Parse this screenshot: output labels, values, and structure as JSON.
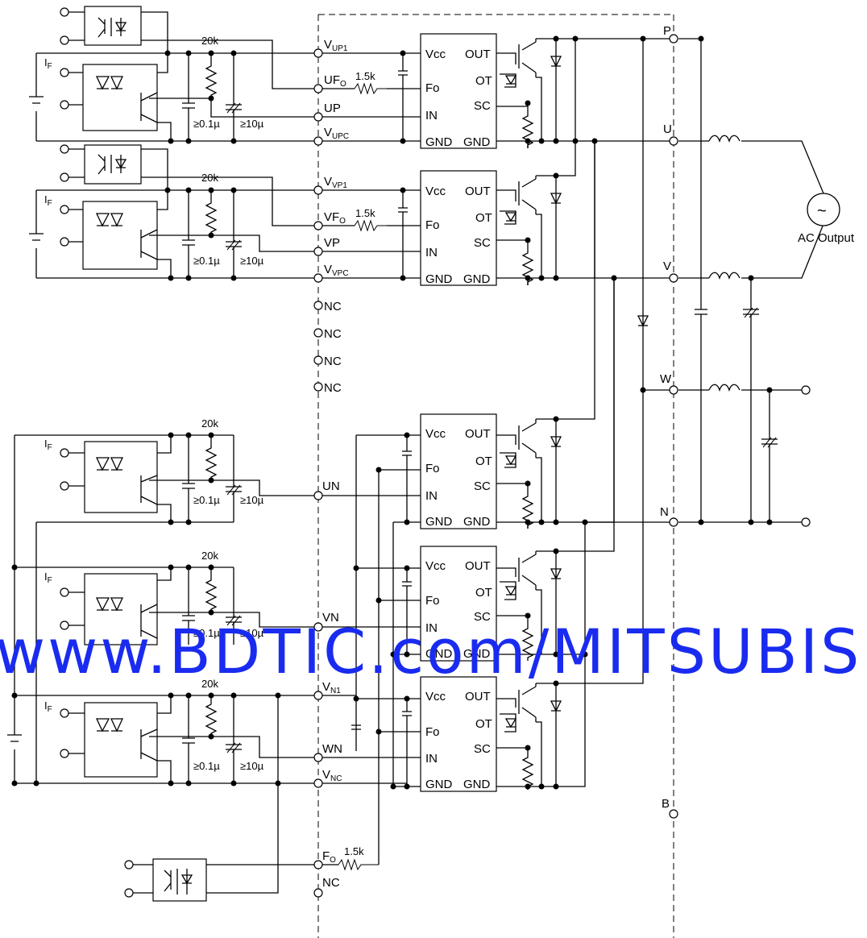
{
  "diagram": {
    "module_terminals": [
      {
        "id": "vup1",
        "label": "V",
        "sub": "UP1"
      },
      {
        "id": "ufo",
        "label": "UF",
        "sub": "O"
      },
      {
        "id": "up",
        "label": "UP",
        "sub": ""
      },
      {
        "id": "vupc",
        "label": "V",
        "sub": "UPC"
      },
      {
        "id": "vvp1",
        "label": "V",
        "sub": "VP1"
      },
      {
        "id": "vfo",
        "label": "VF",
        "sub": "O"
      },
      {
        "id": "vp",
        "label": "VP",
        "sub": ""
      },
      {
        "id": "vvpc",
        "label": "V",
        "sub": "VPC"
      },
      {
        "id": "nc1",
        "label": "NC",
        "sub": ""
      },
      {
        "id": "nc2",
        "label": "NC",
        "sub": ""
      },
      {
        "id": "nc3",
        "label": "NC",
        "sub": ""
      },
      {
        "id": "nc4",
        "label": "NC",
        "sub": ""
      },
      {
        "id": "un",
        "label": "UN",
        "sub": ""
      },
      {
        "id": "vn",
        "label": "VN",
        "sub": ""
      },
      {
        "id": "vn1",
        "label": "V",
        "sub": "N1"
      },
      {
        "id": "wn",
        "label": "WN",
        "sub": ""
      },
      {
        "id": "vnc",
        "label": "V",
        "sub": "NC"
      },
      {
        "id": "fo",
        "label": "F",
        "sub": "O"
      },
      {
        "id": "nc5",
        "label": "NC",
        "sub": ""
      }
    ],
    "power_terminals": [
      "P",
      "U",
      "V",
      "W",
      "N",
      "B"
    ],
    "gate_driver": {
      "vcc": "Vcc",
      "fo": "Fo",
      "in": "IN",
      "gnd": "GND",
      "out": "OUT",
      "ot": "OT",
      "sc": "SC",
      "gnd2": "GND"
    },
    "values": {
      "r_pullup": "20k",
      "r_fo": "1.5k",
      "c_small": "≥0.1µ",
      "c_large": "≥10µ"
    },
    "input_label": {
      "main": "I",
      "sub": "F"
    },
    "load_label": "AC Output",
    "ac_symbol": "~",
    "watermark": "www.BDTIC.com/MITSUBISHI"
  }
}
